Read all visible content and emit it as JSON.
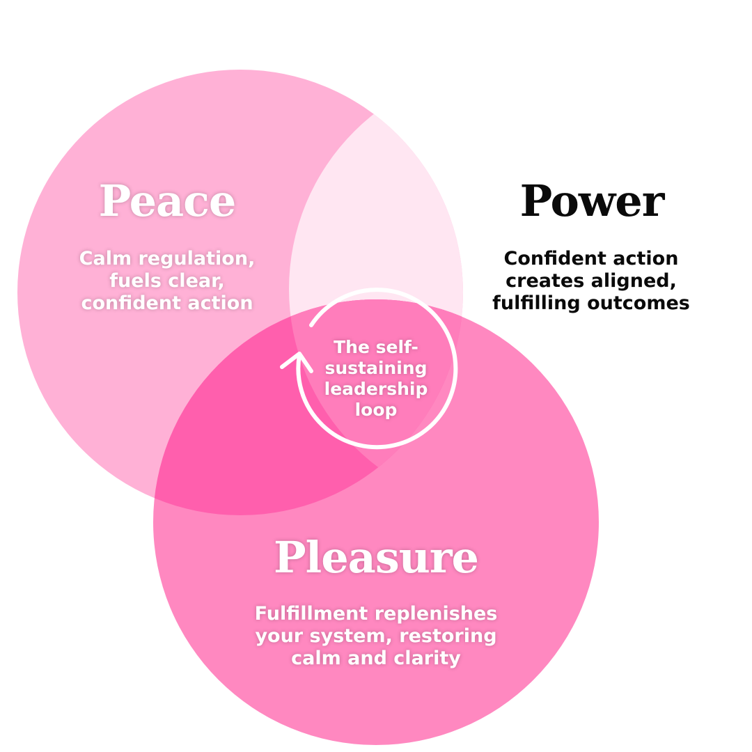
{
  "colors": {
    "peace": "#FFB1D6",
    "peace_power": "#FFE6F2",
    "pleasure": "#FF88C0",
    "peace_pleasure": "#FF5FAD",
    "center": "#FF7DBB"
  },
  "peace": {
    "title": "Peace",
    "text": "Calm regulation, fuels clear, confident action"
  },
  "power": {
    "title": "Power",
    "text": "Confident action creates aligned, fulfilling outcomes"
  },
  "pleasure": {
    "title": "Pleasure",
    "text": "Fulfillment replenishes your system, restoring calm and clarity"
  },
  "center": {
    "text": "The self-sustaining leadership loop",
    "icon": "cycle-arrow-icon"
  }
}
